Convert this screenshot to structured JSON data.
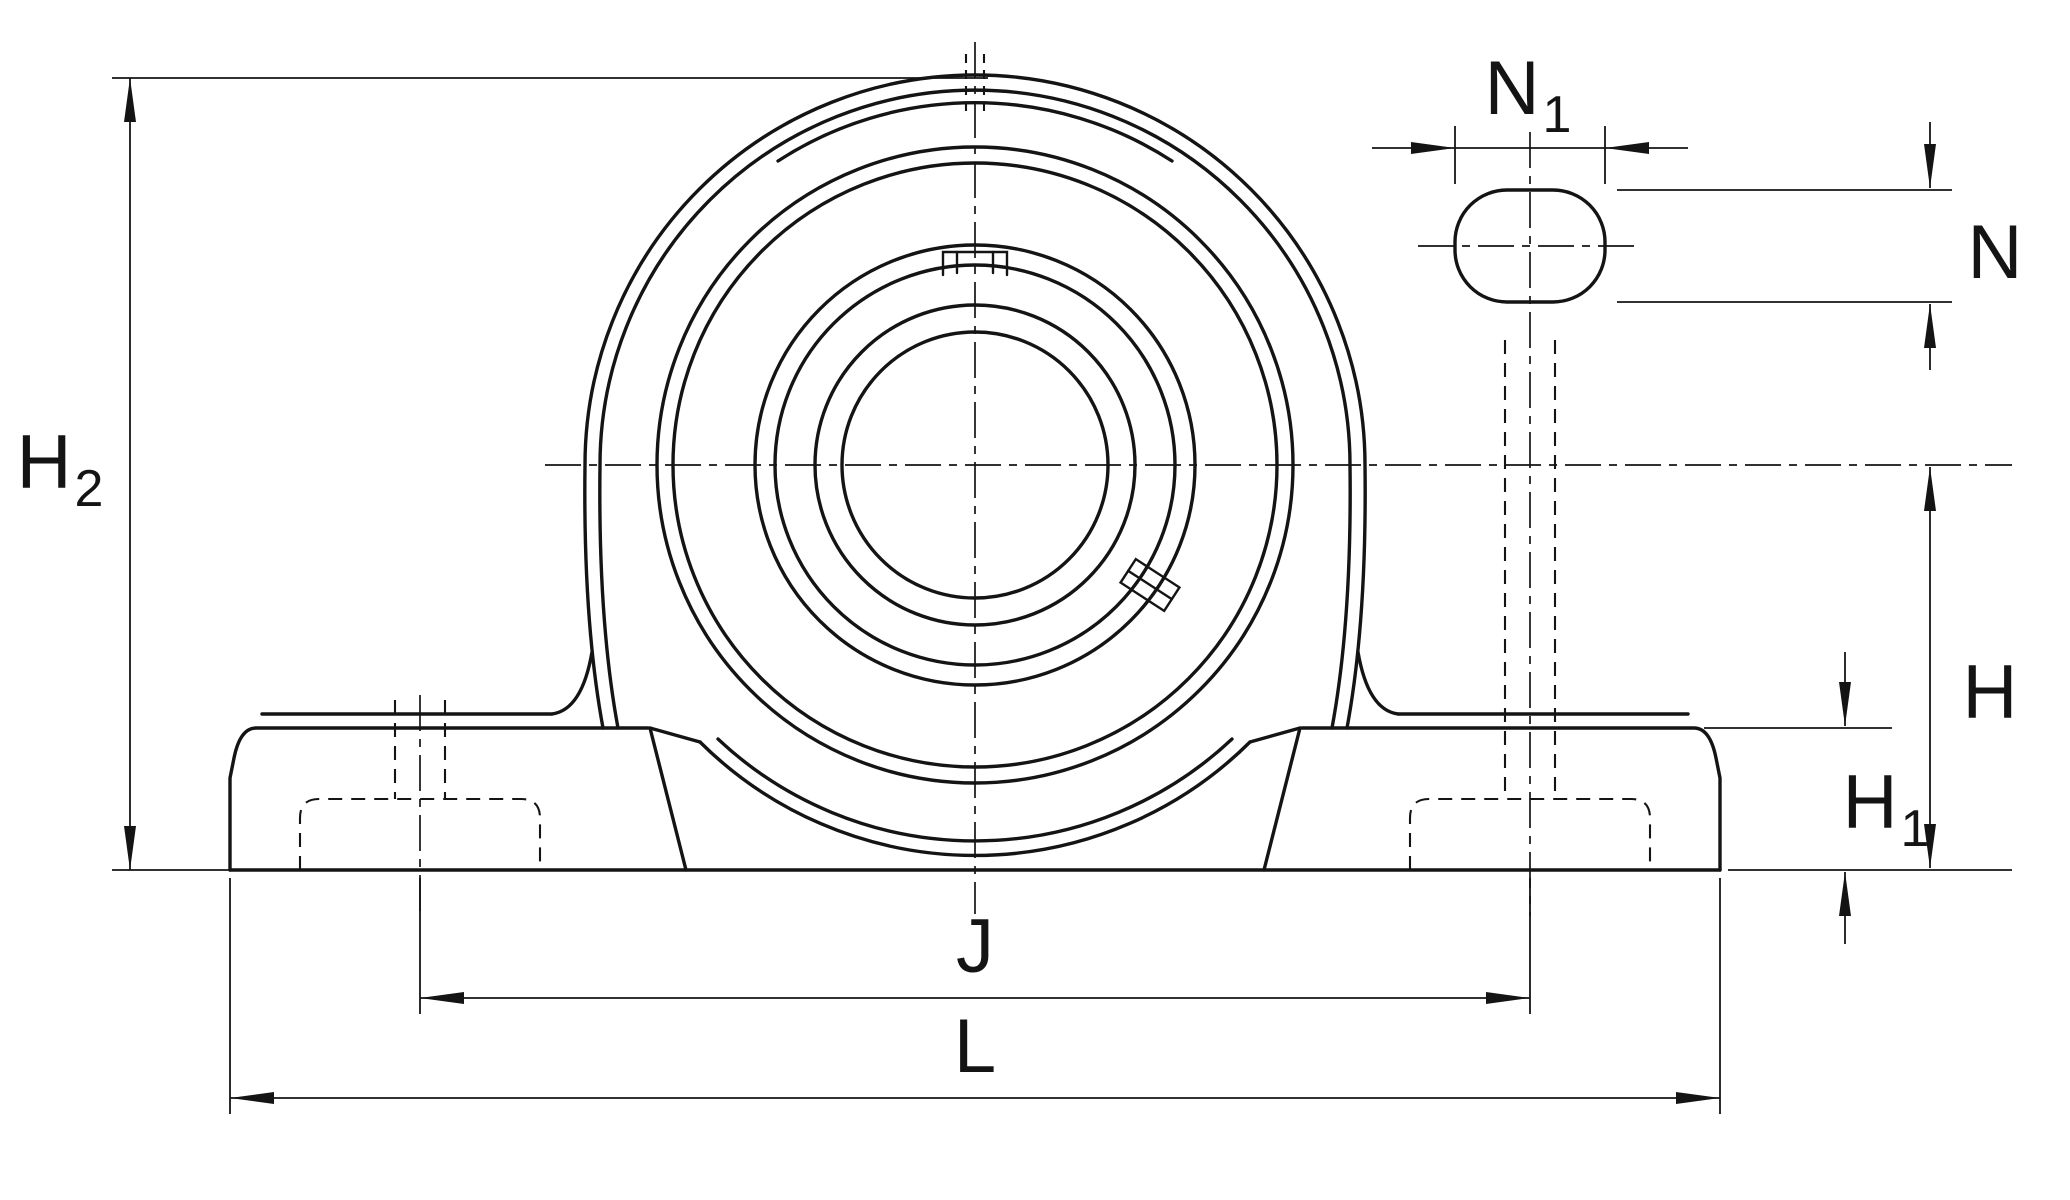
{
  "diagram": {
    "type": "technical-drawing",
    "colors": {
      "line": "#141414",
      "background": "#ffffff"
    },
    "dimensions": {
      "H2": {
        "main": "H",
        "sub": "2"
      },
      "N1": {
        "main": "N",
        "sub": "1"
      },
      "N": {
        "main": "N",
        "sub": ""
      },
      "H": {
        "main": "H",
        "sub": ""
      },
      "H1": {
        "main": "H",
        "sub": "1"
      },
      "J": {
        "main": "J",
        "sub": ""
      },
      "L": {
        "main": "L",
        "sub": ""
      }
    }
  }
}
